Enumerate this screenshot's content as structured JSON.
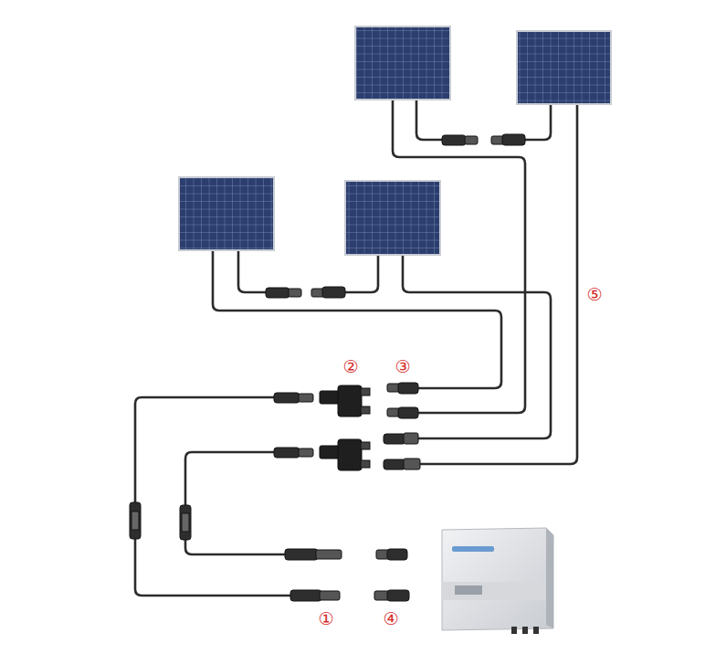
{
  "diagram": {
    "labels": [
      "②",
      "③",
      "⑤",
      "①",
      "④"
    ]
  }
}
